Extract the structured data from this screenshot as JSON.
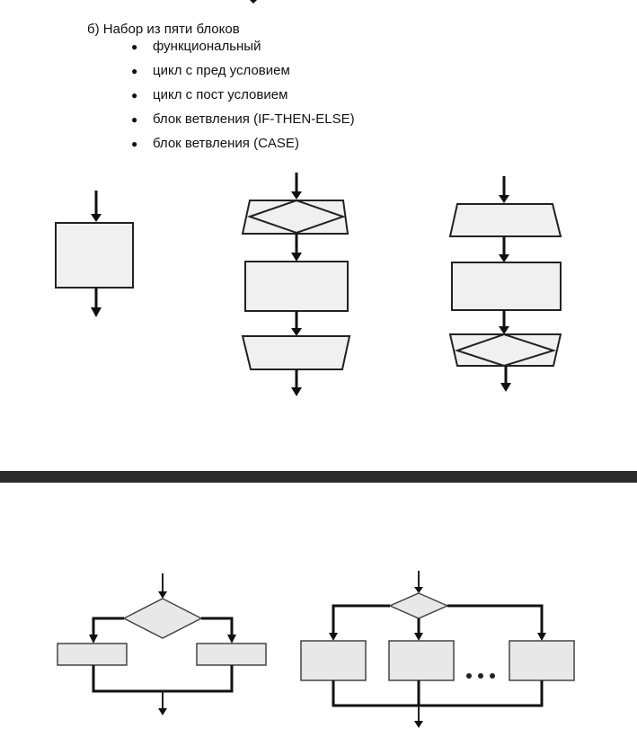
{
  "heading": "б) Набор из пяти блоков",
  "blocks": [
    "функциональный",
    "цикл с пред условием",
    "цикл с пост условием",
    "блок ветвления (IF-THEN-ELSE)",
    "блок ветвления (CASE)"
  ],
  "bullet_glyph": "●"
}
